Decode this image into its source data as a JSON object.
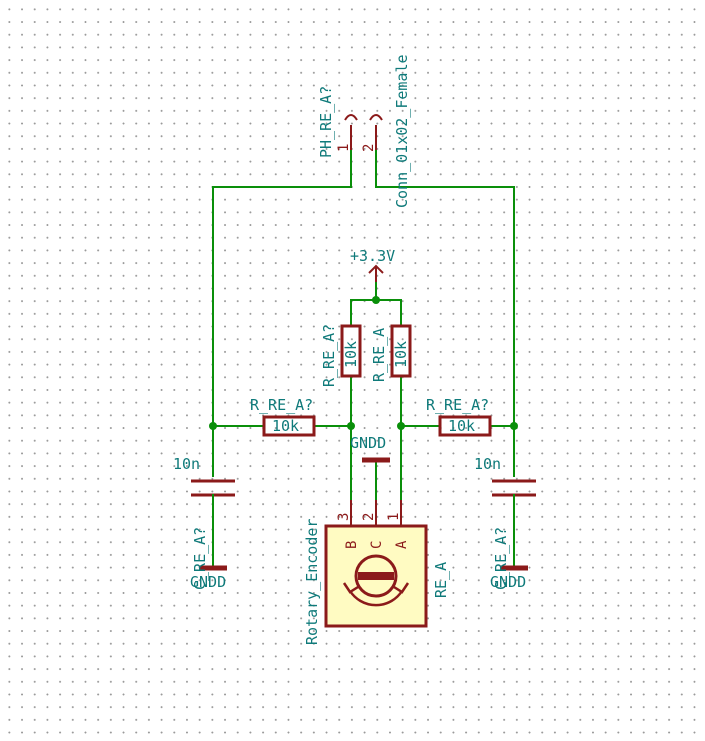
{
  "connector": {
    "ref": "PH_RE_A?",
    "value": "Conn_01x02_Female",
    "pin1": "1",
    "pin2": "2"
  },
  "power": {
    "vcc": "+3.3V",
    "gnd": "GNDD"
  },
  "pullup_left": {
    "ref": "R_RE_A?",
    "value": "10k"
  },
  "pullup_right": {
    "ref": "R_RE_A",
    "value": "10k"
  },
  "series_left": {
    "ref": "R_RE_A?",
    "value": "10k"
  },
  "series_right": {
    "ref": "R_RE_A?",
    "value": "10k"
  },
  "cap_left": {
    "ref": "C_RE_A?",
    "value": "10n"
  },
  "cap_right": {
    "ref": "C_RE_A?",
    "value": "10n"
  },
  "encoder": {
    "ref": "RE_A",
    "value": "Rotary_Encoder",
    "pin_b": "B",
    "pin_c": "C",
    "pin_a": "A",
    "num_b": "3",
    "num_c": "2",
    "num_a": "1"
  },
  "colors": {
    "wire": "#0a8f0a",
    "component": "#8b1a1a",
    "label": "#0f7a7a",
    "encoder_fill": "#fffbc2"
  }
}
